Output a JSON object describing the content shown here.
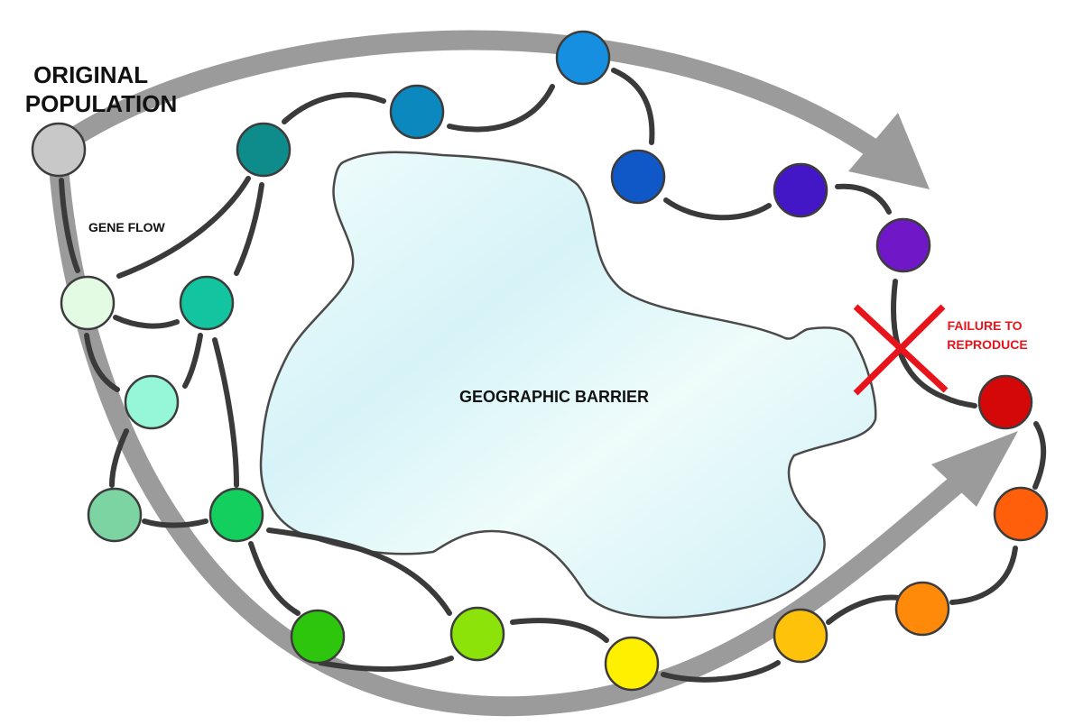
{
  "labels": {
    "original_population": [
      "ORIGINAL",
      "POPULATION"
    ],
    "gene_flow": "GENE FLOW",
    "geographic_barrier": "GEOGRAPHIC BARRIER",
    "failure_to_reproduce": [
      "FAILURE TO",
      "REPRODUCE"
    ]
  },
  "colors": {
    "arrow": "#9b9b9b",
    "link": "#3a3a3a",
    "barrier_fill_light": "#eefcfa",
    "barrier_fill_dark": "#cdeef7",
    "barrier_stroke": "#4a4a4a",
    "failure_mark": "#e8141b",
    "failure_text": "#e8141b",
    "node_stroke": "#3c3c3c"
  },
  "populations": [
    {
      "id": "original",
      "color": "#c8c8c8"
    },
    {
      "id": "north-1",
      "color": "#0e8c8c"
    },
    {
      "id": "north-2",
      "color": "#0b88be"
    },
    {
      "id": "north-3",
      "color": "#178fe0"
    },
    {
      "id": "north-4",
      "color": "#1058c8"
    },
    {
      "id": "north-5",
      "color": "#4417c6"
    },
    {
      "id": "north-6",
      "color": "#7017c8"
    },
    {
      "id": "west-1",
      "color": "#e3fbe3"
    },
    {
      "id": "west-2",
      "color": "#13c4a0"
    },
    {
      "id": "west-3",
      "color": "#96f6d8"
    },
    {
      "id": "west-4",
      "color": "#7bd4a2"
    },
    {
      "id": "west-5",
      "color": "#13cf5e"
    },
    {
      "id": "south-1",
      "color": "#2ec50d"
    },
    {
      "id": "south-2",
      "color": "#8be30a"
    },
    {
      "id": "south-3",
      "color": "#fff000"
    },
    {
      "id": "south-4",
      "color": "#ffc20a"
    },
    {
      "id": "south-5",
      "color": "#ff8a0a"
    },
    {
      "id": "south-6",
      "color": "#ff5e0a"
    },
    {
      "id": "end-red",
      "color": "#d40808"
    }
  ]
}
